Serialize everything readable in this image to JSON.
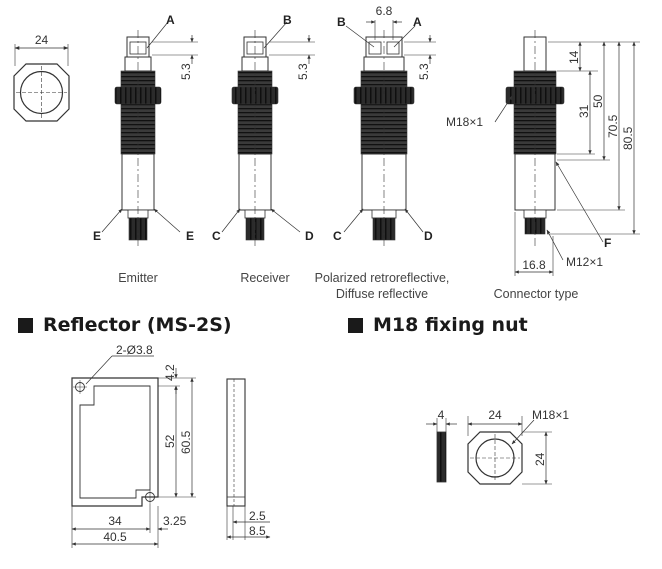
{
  "sections": {
    "reflector_title": "Reflector (MS-2S)",
    "nut_title": "M18 fixing nut"
  },
  "sensor_captions": {
    "emitter": "Emitter",
    "receiver": "Receiver",
    "polarized_line1": "Polarized retroreflective,",
    "polarized_line2": "Diffuse reflective",
    "connector": "Connector type"
  },
  "markers": {
    "a": "A",
    "b": "B",
    "c": "C",
    "d": "D",
    "e": "E",
    "f": "F"
  },
  "dims": {
    "face_width": "24",
    "tip_height": "5.3",
    "tip_width": "6.8",
    "d14": "14",
    "d31": "31",
    "d50": "50",
    "d70_5": "70.5",
    "d80_5": "80.5",
    "d16_8": "16.8",
    "thread_body": "M18×1",
    "thread_conn": "M12×1",
    "hole": "2-Ø3.8",
    "r4_2": "4.2",
    "r52": "52",
    "r60_5": "60.5",
    "r34": "34",
    "r3_25": "3.25",
    "r40_5": "40.5",
    "r2_5": "2.5",
    "r8_5": "8.5",
    "n4": "4",
    "n24w": "24",
    "n24h": "24",
    "nthread": "M18×1"
  },
  "colors": {
    "line": "#333333",
    "body": "#2a2a2a",
    "heading": "#1a1a1a"
  }
}
